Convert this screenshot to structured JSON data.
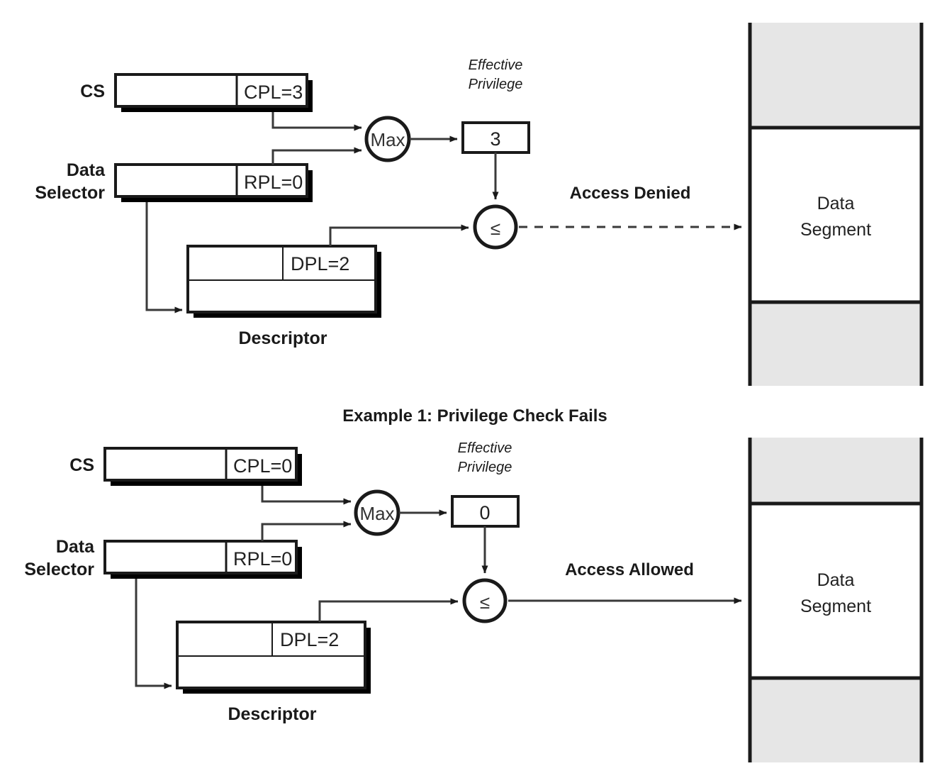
{
  "figure": {
    "title_caption": "Example 1: Privilege Check Fails",
    "labels": {
      "cs": "CS",
      "data_selector_line1": "Data",
      "data_selector_line2": "Selector",
      "descriptor": "Descriptor",
      "effective_privilege_line1": "Effective",
      "effective_privilege_line2": "Privilege",
      "max_op": "Max",
      "cmp_op": "≤",
      "data_segment_line1": "Data",
      "data_segment_line2": "Segment"
    },
    "colors": {
      "line": "#1a1a1a",
      "shadow": "#000000",
      "memory_fill": "#e6e6e6",
      "segment_fill": "#ffffff",
      "text": "#1a1a1a"
    },
    "examples": [
      {
        "id": "example-1",
        "cpl": "CPL=3",
        "rpl": "RPL=0",
        "dpl": "DPL=2",
        "effective_privilege": "3",
        "result": "Access Denied",
        "result_arrow_style": "dashed"
      },
      {
        "id": "example-2",
        "cpl": "CPL=0",
        "rpl": "RPL=0",
        "dpl": "DPL=2",
        "effective_privilege": "0",
        "result": "Access Allowed",
        "result_arrow_style": "solid"
      }
    ]
  }
}
